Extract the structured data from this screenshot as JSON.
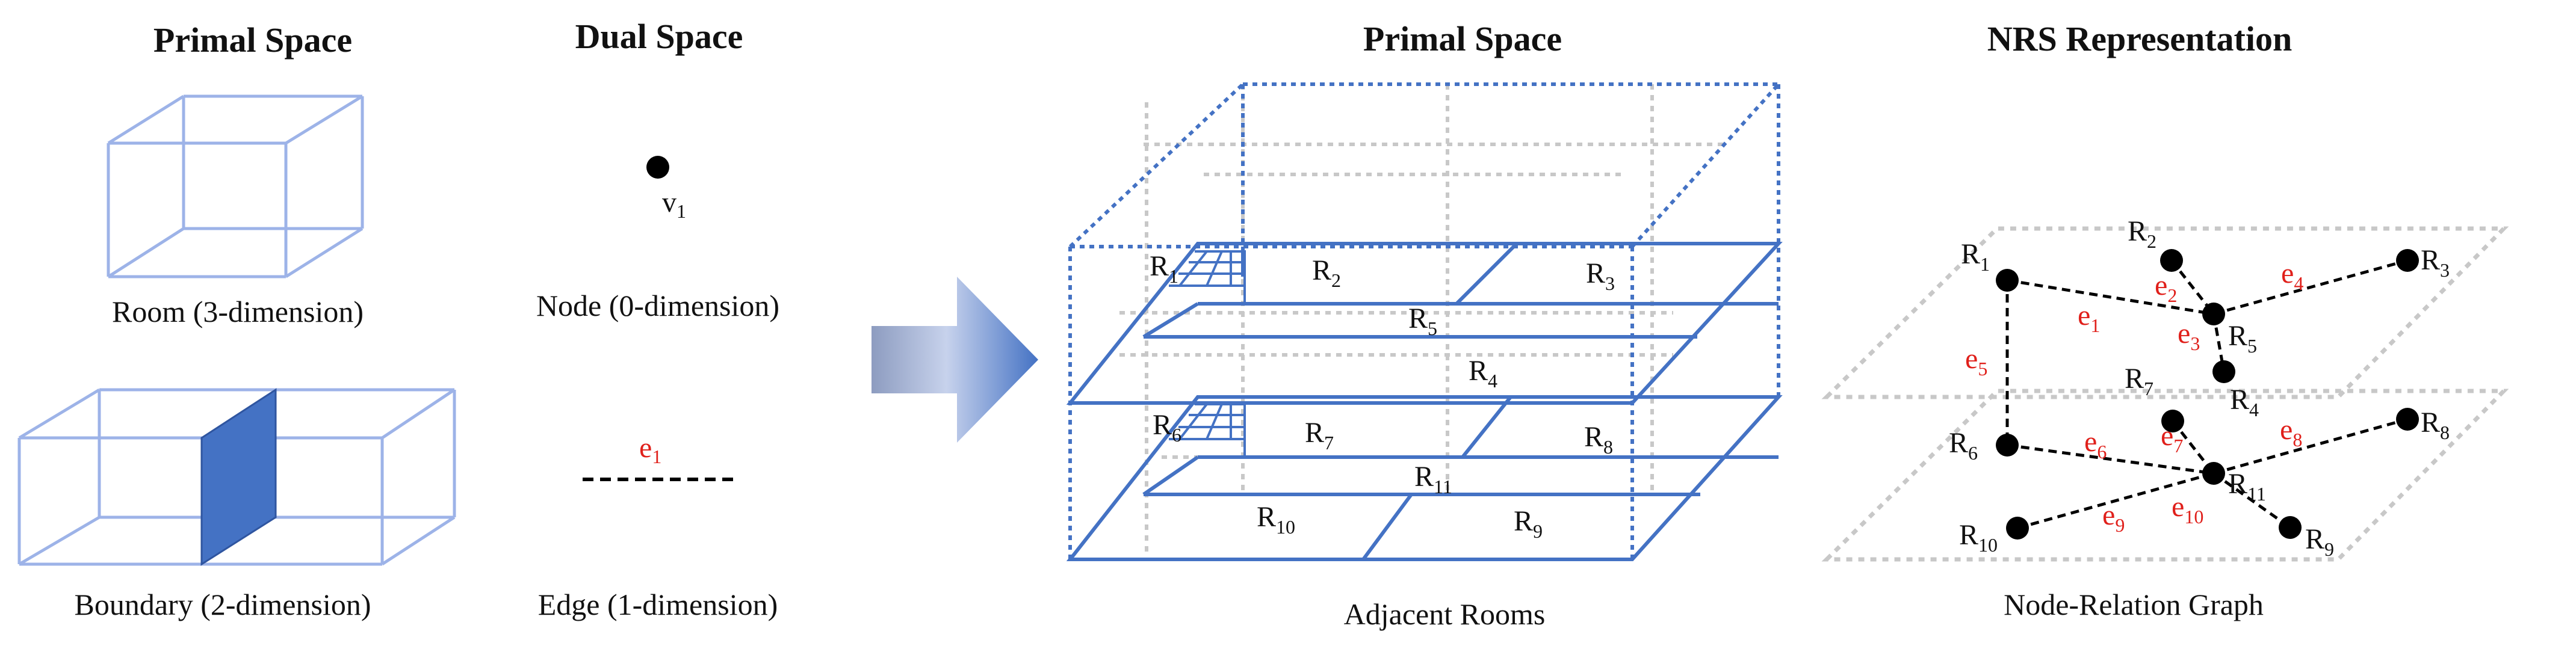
{
  "headings": {
    "primal_left": "Primal Space",
    "dual": "Dual Space",
    "primal_center": "Primal Space",
    "nrs": "NRS Representation"
  },
  "captions": {
    "room": "Room (3-dimension)",
    "node": "Node (0-dimension)",
    "boundary": "Boundary (2-dimension)",
    "edge": "Edge (1-dimension)",
    "adjacent": "Adjacent Rooms",
    "graph": "Node-Relation Graph"
  },
  "legend_labels": {
    "node_label": "v",
    "node_sub": "1",
    "edge_label": "e",
    "edge_sub": "1"
  },
  "rooms": [
    {
      "base": "R",
      "sub": "1"
    },
    {
      "base": "R",
      "sub": "2"
    },
    {
      "base": "R",
      "sub": "3"
    },
    {
      "base": "R",
      "sub": "4"
    },
    {
      "base": "R",
      "sub": "5"
    },
    {
      "base": "R",
      "sub": "6"
    },
    {
      "base": "R",
      "sub": "7"
    },
    {
      "base": "R",
      "sub": "8"
    },
    {
      "base": "R",
      "sub": "9"
    },
    {
      "base": "R",
      "sub": "10"
    },
    {
      "base": "R",
      "sub": "11"
    }
  ],
  "nodes": [
    {
      "base": "R",
      "sub": "1"
    },
    {
      "base": "R",
      "sub": "2"
    },
    {
      "base": "R",
      "sub": "3"
    },
    {
      "base": "R",
      "sub": "4"
    },
    {
      "base": "R",
      "sub": "5"
    },
    {
      "base": "R",
      "sub": "6"
    },
    {
      "base": "R",
      "sub": "7"
    },
    {
      "base": "R",
      "sub": "8"
    },
    {
      "base": "R",
      "sub": "9"
    },
    {
      "base": "R",
      "sub": "10"
    },
    {
      "base": "R",
      "sub": "11"
    }
  ],
  "edges": [
    {
      "base": "e",
      "sub": "1"
    },
    {
      "base": "e",
      "sub": "2"
    },
    {
      "base": "e",
      "sub": "3"
    },
    {
      "base": "e",
      "sub": "4"
    },
    {
      "base": "e",
      "sub": "5"
    },
    {
      "base": "e",
      "sub": "6"
    },
    {
      "base": "e",
      "sub": "7"
    },
    {
      "base": "e",
      "sub": "8"
    },
    {
      "base": "e",
      "sub": "9"
    },
    {
      "base": "e",
      "sub": "10"
    }
  ],
  "colors": {
    "wire": "#9db3e8",
    "wall": "#4472c4",
    "boundary_fill": "#4472c4",
    "edge_label": "#e0201b",
    "grid_dotted": "#c8c8c8",
    "node": "#000000"
  }
}
